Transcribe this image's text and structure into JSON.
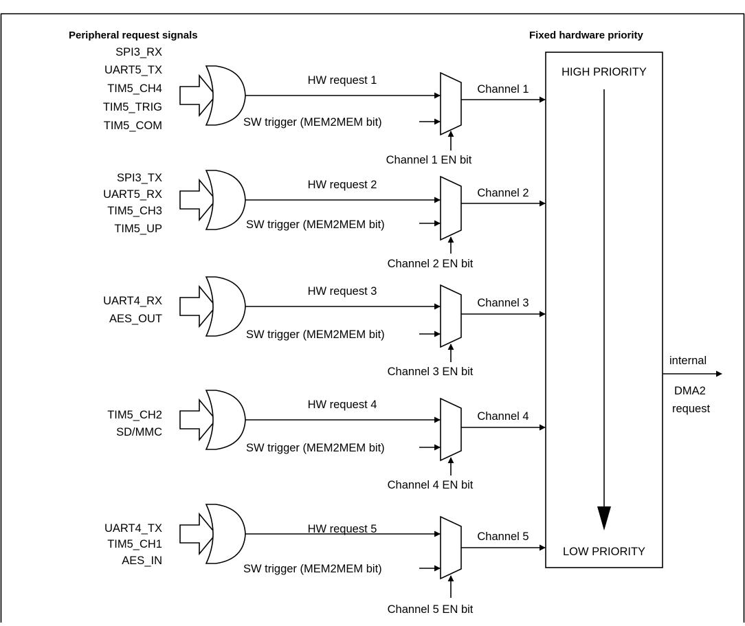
{
  "headers": {
    "left": "Peripheral request signals",
    "right": "Fixed hardware priority"
  },
  "groups": [
    {
      "signals": [
        "SPI3_RX",
        "UART5_TX",
        "TIM5_CH4",
        "TIM5_TRIG",
        "TIM5_COM"
      ],
      "hw_request": "HW request 1",
      "sw_trigger": "SW trigger (MEM2MEM bit)",
      "channel": "Channel 1",
      "en_bit": "Channel 1 EN bit"
    },
    {
      "signals": [
        "SPI3_TX",
        "UART5_RX",
        "TIM5_CH3",
        "TIM5_UP"
      ],
      "hw_request": "HW request 2",
      "sw_trigger": "SW trigger (MEM2MEM bit)",
      "channel": "Channel 2",
      "en_bit": "Channel 2 EN bit"
    },
    {
      "signals": [
        "UART4_RX",
        "AES_OUT"
      ],
      "hw_request": "HW request 3",
      "sw_trigger": "SW trigger (MEM2MEM bit)",
      "channel": "Channel 3",
      "en_bit": "Channel 3 EN bit"
    },
    {
      "signals": [
        "TIM5_CH2",
        "SD/MMC"
      ],
      "hw_request": "HW request 4",
      "sw_trigger": "SW trigger (MEM2MEM bit)",
      "channel": "Channel 4",
      "en_bit": "Channel 4 EN bit"
    },
    {
      "signals": [
        "UART4_TX",
        "TIM5_CH1",
        "AES_IN"
      ],
      "hw_request": "HW request 5",
      "sw_trigger": "SW trigger (MEM2MEM bit)",
      "channel": "Channel 5",
      "en_bit": "Channel 5 EN bit"
    }
  ],
  "priority_box": {
    "high": "HIGH PRIORITY",
    "low": "LOW PRIORITY"
  },
  "output": {
    "line1": "internal",
    "line2": "DMA2",
    "line3": "request"
  }
}
